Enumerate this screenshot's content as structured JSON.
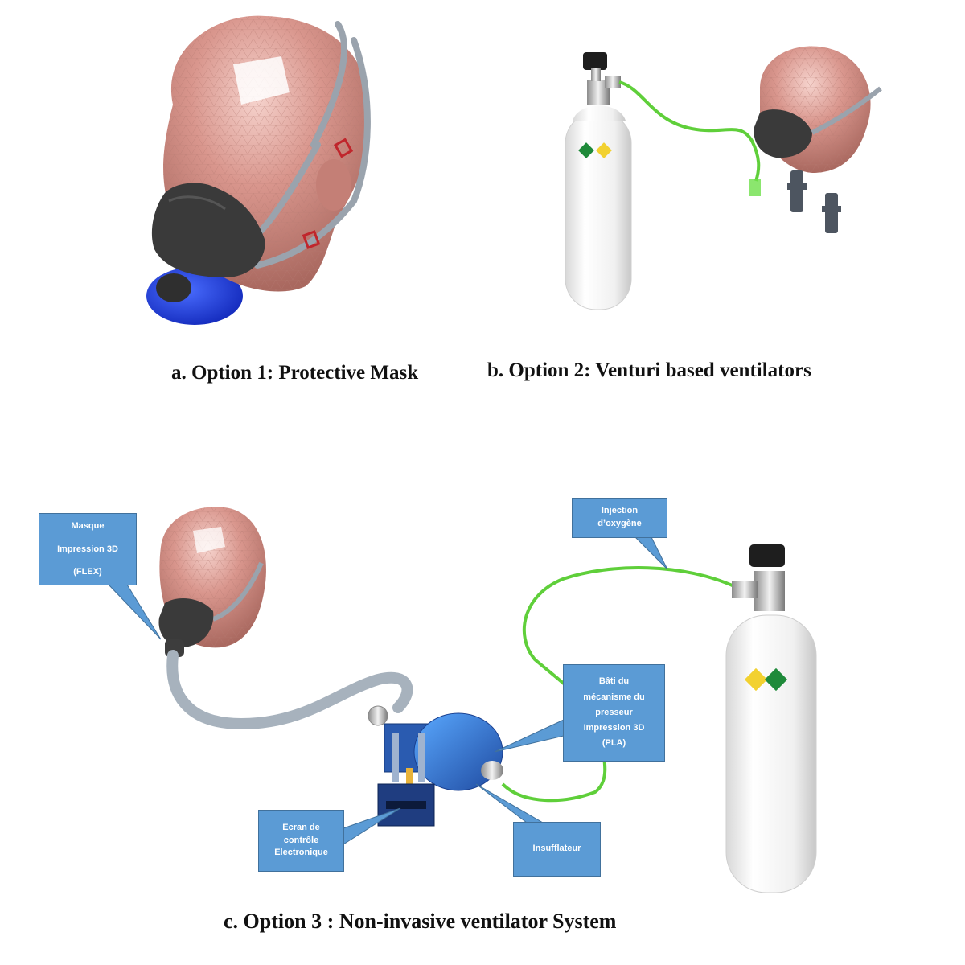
{
  "captions": {
    "a": "a. Option 1: Protective Mask",
    "b": "b. Option 2: Venturi based ventilators",
    "c": "c. Option 3 :  Non-invasive ventilator System"
  },
  "callouts": {
    "masque": [
      "Masque",
      "Impression 3D",
      "(FLEX)"
    ],
    "injection": [
      "Injection",
      "d’oxygène"
    ],
    "bati": [
      "Bâti du",
      "mécanisme du",
      "presseur",
      "Impression 3D",
      "(PLA)"
    ],
    "ecran": [
      "Ecran de",
      "contrôle",
      "Electronique"
    ],
    "insufflateur": [
      "Insufflateur"
    ]
  },
  "colors": {
    "skin": "#d9968d",
    "mask": "#3b3b3b",
    "strap": "#9aa3ad",
    "base_blue": "#1f3fe0",
    "tube_green": "#5fcf3a",
    "hose_gray": "#a7b2bd",
    "device_blue": "#2a5bb0",
    "callout_fill": "#5b9bd5",
    "cylinder": "#f4f4f4"
  }
}
